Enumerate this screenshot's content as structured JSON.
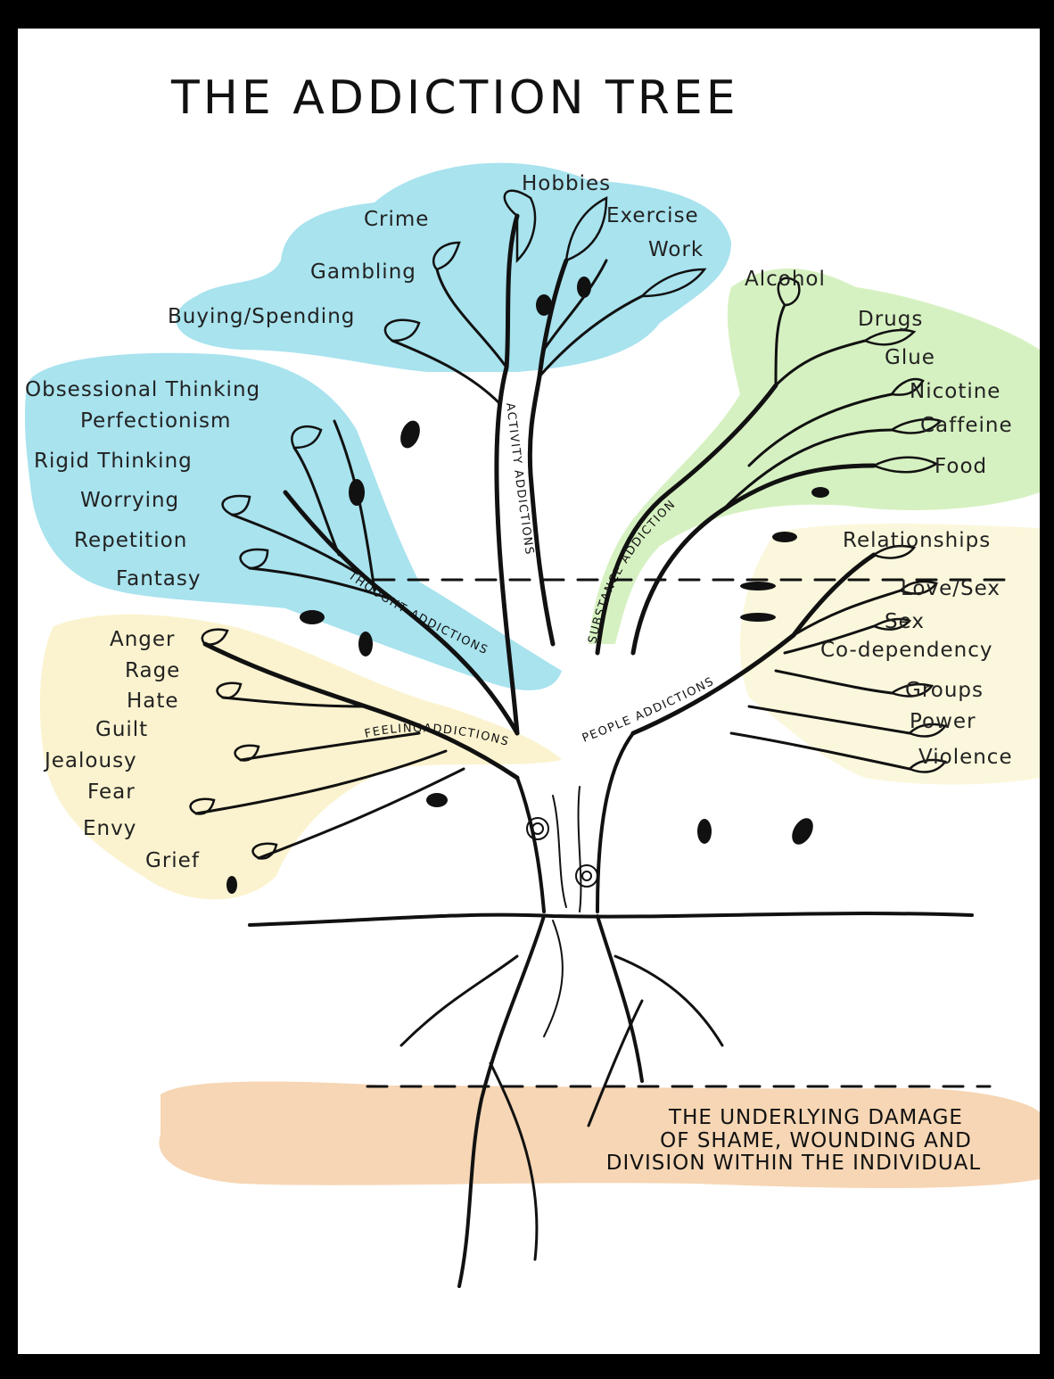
{
  "title": "THE ADDICTION TREE",
  "colors": {
    "activity": "#a8e3ee",
    "thought": "#a8e3ee",
    "substance": "#d6f1c1",
    "people": "#fbf7dc",
    "feeling": "#fbf3cf",
    "roots": "#f6d6b4",
    "ink": "#111111"
  },
  "branches": {
    "activity": {
      "label": "ACTIVITY ADDICTIONS",
      "items": [
        "Hobbies",
        "Crime",
        "Exercise",
        "Work",
        "Gambling",
        "Buying/Spending"
      ]
    },
    "thought": {
      "label": "THOUGHT ADDICTIONS",
      "items": [
        "Obsessional Thinking",
        "Perfectionism",
        "Rigid Thinking",
        "Worrying",
        "Repetition",
        "Fantasy"
      ]
    },
    "substance": {
      "label": "SUBSTANCE ADDICTION",
      "items": [
        "Alcohol",
        "Drugs",
        "Glue",
        "Nicotine",
        "Caffeine",
        "Food"
      ]
    },
    "people": {
      "label": "PEOPLE ADDICTIONS",
      "items": [
        "Relationships",
        "Love/Sex",
        "Sex",
        "Co-dependency",
        "Groups",
        "Power",
        "Violence"
      ]
    },
    "feeling": {
      "label": "FEELINGADDICTIONS",
      "items": [
        "Anger",
        "Rage",
        "Hate",
        "Guilt",
        "Jealousy",
        "Fear",
        "Envy",
        "Grief"
      ]
    }
  },
  "roots": {
    "lines": [
      "THE UNDERLYING DAMAGE",
      "OF SHAME, WOUNDING AND",
      "DIVISION WITHIN THE INDIVIDUAL"
    ]
  }
}
